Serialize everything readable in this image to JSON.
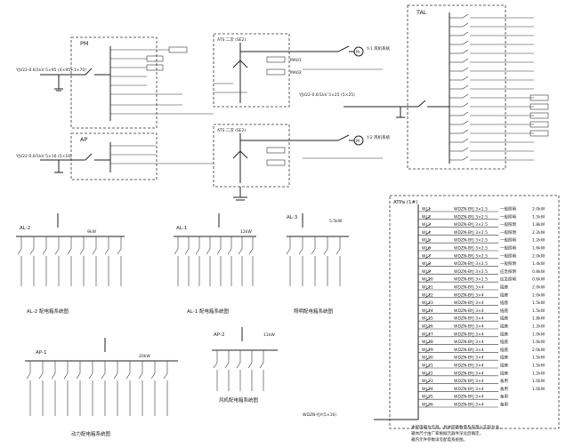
{
  "cabinets": {
    "pm": {
      "label": "PM"
    },
    "ap": {
      "label": "AP"
    },
    "tal": {
      "label": "TAL"
    }
  },
  "feeders": {
    "pm_incoming": {
      "cable": "YJV22-0.6/1kV 5×95 (4×95+1×70)"
    },
    "ap_incoming": {
      "cable": "YJV22-0.6/1kV 5×16 (5×16)"
    },
    "tal_incoming": {
      "cable": "YJV22-0.6/1kV 5×25 (5×25)"
    }
  },
  "ats_panels": {
    "upper": {
      "label": "ATS 二次 (SE2)"
    },
    "lower": {
      "label": "ATS 二次 (SE2)"
    }
  },
  "motor_labels": {
    "upper": "Y-1 风机系统",
    "lower": "Y-2 风机系统"
  },
  "small_panels": [
    {
      "title": "AL-2 配电箱系统图",
      "power": "9kW"
    },
    {
      "title": "AL-1 配电箱系统图",
      "power": "12kW"
    },
    {
      "title": "照明配电箱系统图",
      "power": "5.5kW"
    },
    {
      "title": "动力配电箱系统图",
      "power": "20kW"
    },
    {
      "title": "风机配电箱系统图",
      "power": "11kW"
    }
  ],
  "large_panel": {
    "header": "ATPa (1#)",
    "rows": [
      {
        "circuit": "WL1",
        "cable": "WDZN-BYJ 3×2.5",
        "load": "一般照明",
        "power": "2.0kW"
      },
      {
        "circuit": "WL2",
        "cable": "WDZN-BYJ 3×2.5",
        "load": "一般照明",
        "power": "1.5kW"
      },
      {
        "circuit": "WL3",
        "cable": "WDZN-BYJ 3×2.5",
        "load": "一般照明",
        "power": "1.8kW"
      },
      {
        "circuit": "WL4",
        "cable": "WDZN-BYJ 3×2.5",
        "load": "一般照明",
        "power": "2.2kW"
      },
      {
        "circuit": "WL5",
        "cable": "WDZN-BYJ 3×2.5",
        "load": "一般照明",
        "power": "1.2kW"
      },
      {
        "circuit": "WL6",
        "cable": "WDZN-BYJ 3×2.5",
        "load": "一般照明",
        "power": "1.6kW"
      },
      {
        "circuit": "WL7",
        "cable": "WDZN-BYJ 3×2.5",
        "load": "一般照明",
        "power": "2.0kW"
      },
      {
        "circuit": "WL8",
        "cable": "WDZN-BYJ 3×2.5",
        "load": "一般照明",
        "power": "1.4kW"
      },
      {
        "circuit": "WL9",
        "cable": "WDZN-BYJ 3×2.5",
        "load": "应急照明",
        "power": "0.8kW"
      },
      {
        "circuit": "WL10",
        "cable": "WDZN-BYJ 3×2.5",
        "load": "应急照明",
        "power": "0.6kW"
      },
      {
        "circuit": "WL11",
        "cable": "WDZN-BYJ 3×4",
        "load": "插座",
        "power": "2.0kW"
      },
      {
        "circuit": "WL12",
        "cable": "WDZN-BYJ 3×4",
        "load": "插座",
        "power": "2.0kW"
      },
      {
        "circuit": "WL13",
        "cable": "WDZN-BYJ 3×4",
        "load": "插座",
        "power": "1.5kW"
      },
      {
        "circuit": "WL14",
        "cable": "WDZN-BYJ 3×4",
        "load": "插座",
        "power": "1.5kW"
      },
      {
        "circuit": "WL15",
        "cable": "WDZN-BYJ 3×4",
        "load": "插座",
        "power": "1.8kW"
      },
      {
        "circuit": "WL16",
        "cable": "WDZN-BYJ 3×4",
        "load": "插座",
        "power": "1.2kW"
      },
      {
        "circuit": "WL17",
        "cable": "WDZN-BYJ 3×4",
        "load": "插座",
        "power": "1.0kW"
      },
      {
        "circuit": "WL18",
        "cable": "WDZN-BYJ 3×4",
        "load": "插座",
        "power": "1.6kW"
      },
      {
        "circuit": "WL19",
        "cable": "WDZN-BYJ 3×4",
        "load": "插座",
        "power": "2.0kW"
      },
      {
        "circuit": "WL20",
        "cable": "WDZN-BYJ 3×4",
        "load": "插座",
        "power": "1.5kW"
      },
      {
        "circuit": "WL21",
        "cable": "WDZN-BYJ 3×4",
        "load": "插座",
        "power": "1.5kW"
      },
      {
        "circuit": "WL22",
        "cable": "WDZN-BYJ 3×4",
        "load": "插座",
        "power": "1.2kW"
      },
      {
        "circuit": "WL23",
        "cable": "WDZN-BYJ 3×4",
        "load": "备用",
        "power": "1.0kW"
      },
      {
        "circuit": "WL24",
        "cable": "WDZN-BYJ 3×4",
        "load": "备用",
        "power": "1.0kW"
      },
      {
        "circuit": "WL25",
        "cable": "WDZN-BYJ 3×4",
        "load": "备用",
        "power": ""
      },
      {
        "circuit": "WL26",
        "cable": "WDZN-BYJ 3×4",
        "load": "备用",
        "power": ""
      }
    ],
    "incoming_cable": "WDZN-YJY(5×16)",
    "notes": [
      "本配电箱为示意，具体回路数量及容量以实际为准，",
      "箱体尺寸由厂家根据元器件深化后确定，",
      "箱内元件参数详见配电系统图。"
    ]
  }
}
